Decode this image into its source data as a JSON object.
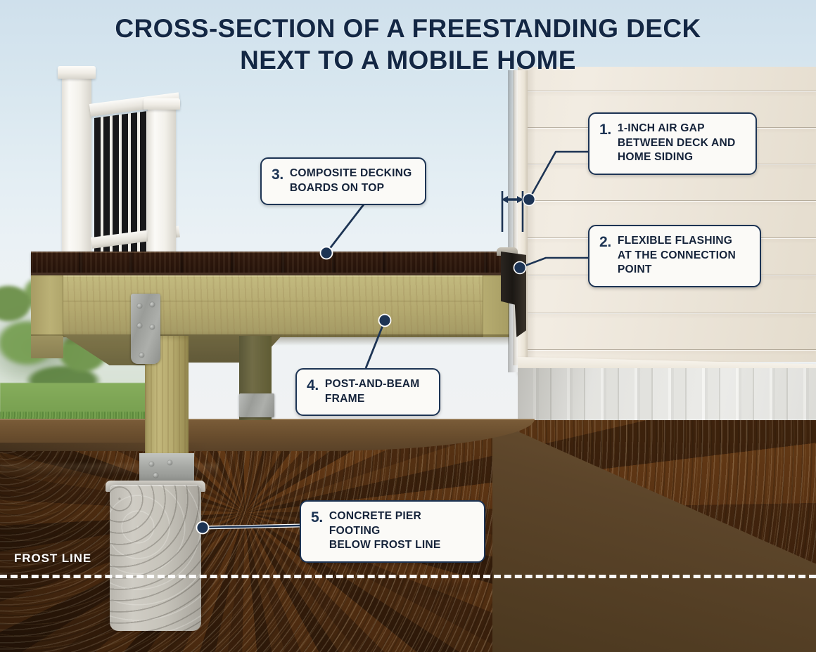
{
  "title": "CROSS-SECTION OF A FREESTANDING DECK\nNEXT TO A MOBILE HOME",
  "frost_line": {
    "label": "FROST LINE"
  },
  "colors": {
    "callout_border": "#1d3454",
    "callout_fill": "#fbfaf7",
    "title_text": "#132744",
    "leader_line": "#1d3454",
    "frost_dash": "#ffffff",
    "composite_decking": "#6a4c36",
    "treated_lumber": "#bdb379",
    "concrete": "#c6c3ba",
    "soil": "#5c452a",
    "grass": "#7ba353",
    "siding": "#efe9de",
    "skirting": "#e9e9e6",
    "sky": "#d7e6ef"
  },
  "callouts": [
    {
      "id": "air-gap",
      "num": "1.",
      "text": "1-INCH AIR GAP\nBETWEEN DECK AND\nHOME SIDING"
    },
    {
      "id": "flashing",
      "num": "2.",
      "text": "FLEXIBLE FLASHING\nAT THE CONNECTION\nPOINT"
    },
    {
      "id": "decking",
      "num": "3.",
      "text": "COMPOSITE DECKING\nBOARDS ON TOP"
    },
    {
      "id": "frame",
      "num": "4.",
      "text": "POST-AND-BEAM\nFRAME"
    },
    {
      "id": "footing",
      "num": "5.",
      "text": "CONCRETE PIER FOOTING\nBELOW FROST LINE"
    }
  ],
  "scene": {
    "sky_label": "sky-background",
    "trees_label": "background-trees",
    "grass_label": "lawn-grass",
    "soil_label": "soil-cutaway",
    "house_label": "mobile-home-siding",
    "skirting_label": "mobile-home-skirting",
    "deck_label": "composite-deck-boards",
    "beam_label": "pressure-treated-rim-beam",
    "post_label": "deck-support-post",
    "pier_label": "concrete-pier-footing",
    "railing_label": "deck-railing"
  }
}
